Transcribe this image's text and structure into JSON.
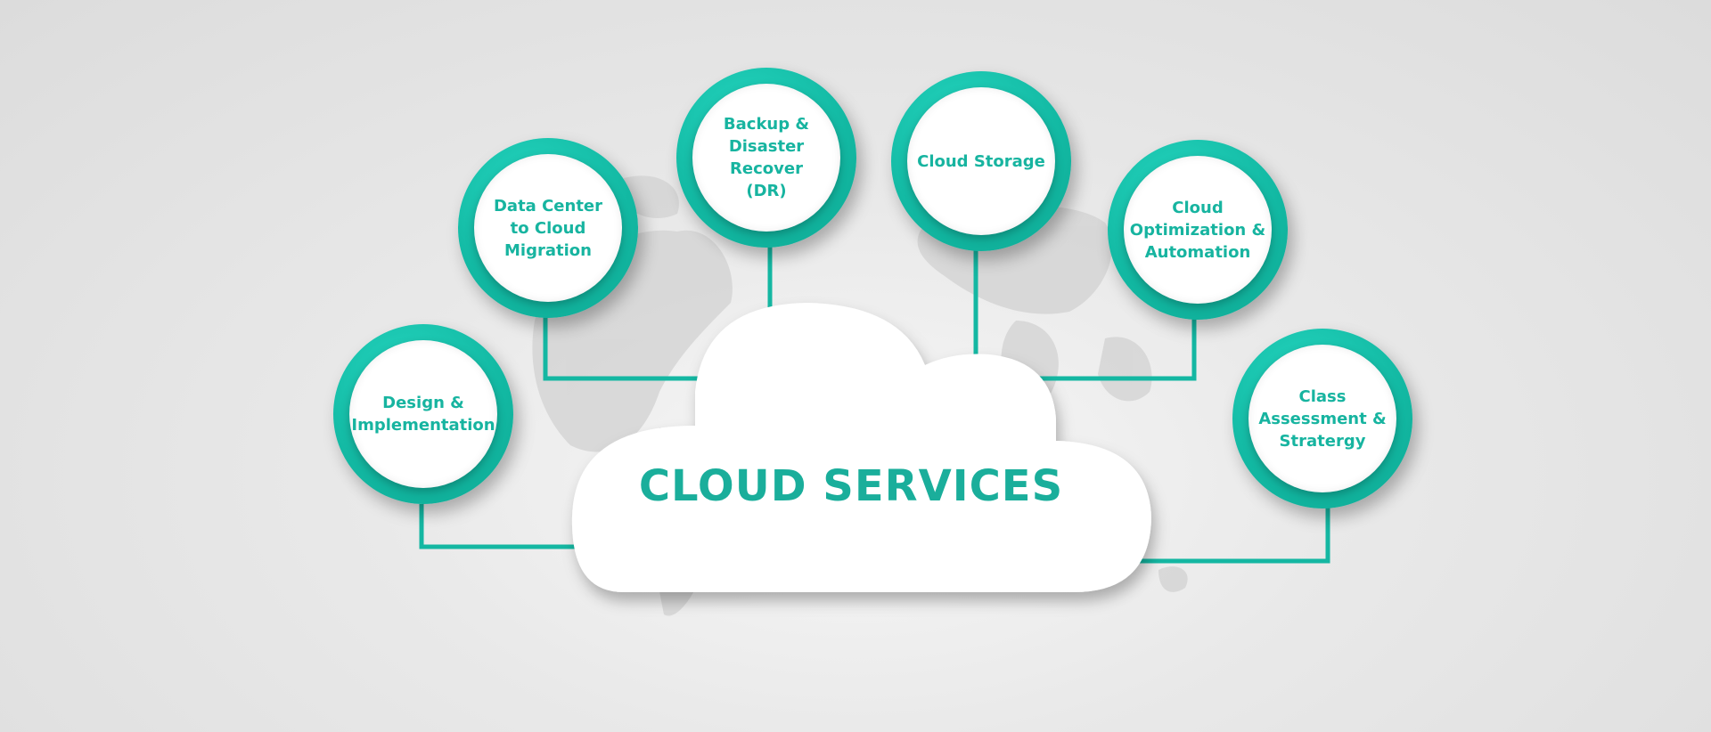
{
  "diagram": {
    "title": "CLOUD SERVICES",
    "colors": {
      "accent": "#17b4a0",
      "ring": "#14c0a8",
      "background": "#e3e3e3",
      "cloud": "#ffffff"
    },
    "nodes": [
      {
        "id": "design",
        "label": "Design &\nImplementation"
      },
      {
        "id": "migration",
        "label": "Data Center\nto Cloud\nMigration"
      },
      {
        "id": "backup",
        "label": "Backup &\nDisaster Recover\n(DR)"
      },
      {
        "id": "storage",
        "label": "Cloud Storage"
      },
      {
        "id": "optimization",
        "label": "Cloud\nOptimization &\nAutomation"
      },
      {
        "id": "assessment",
        "label": "Class\nAssessment &\nStratergy"
      }
    ]
  }
}
